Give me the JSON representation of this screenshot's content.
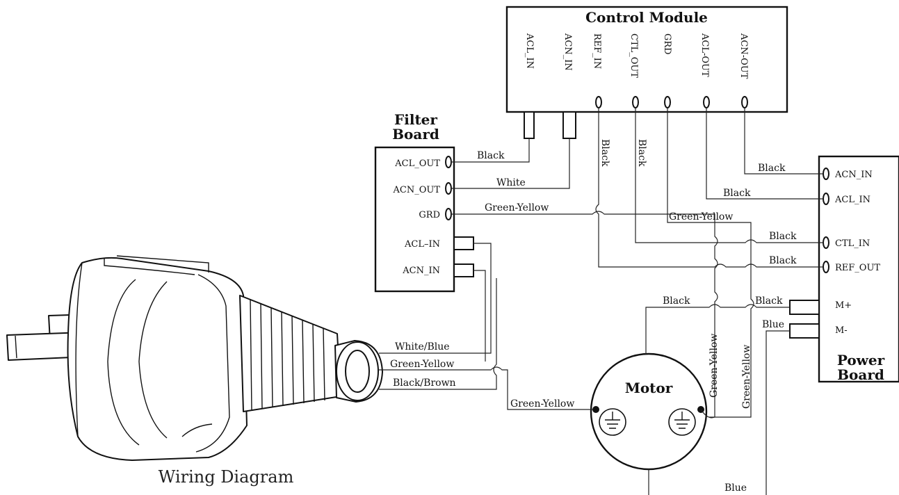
{
  "caption": "Wiring Diagram",
  "control_module": {
    "title": "Control Module",
    "pins": [
      "ACL_IN",
      "ACN_IN",
      "REF_IN",
      "CTL_OUT",
      "GRD",
      "ACL-OUT",
      "ACN-OUT"
    ]
  },
  "filter_board": {
    "title_line1": "Filter",
    "title_line2": "Board",
    "pins": [
      "ACL_OUT",
      "ACN_OUT",
      "GRD",
      "ACL–IN",
      "ACN_IN"
    ]
  },
  "power_board": {
    "title_line1": "Power",
    "title_line2": "Board",
    "pins": [
      "ACN_IN",
      "ACL_IN",
      "CTL_IN",
      "REF_OUT",
      "M+",
      "M-"
    ]
  },
  "motor": {
    "title": "Motor"
  },
  "wire_labels": {
    "filter_acl_black": "Black",
    "filter_acn_white": "White",
    "filter_grd": "Green-Yellow",
    "ref_black": "Black",
    "ctl_black": "Black",
    "acn_black": "Black",
    "acl_black": "Black",
    "grd_green_yellow": "Green-Yellow",
    "ctl_in_black": "Black",
    "ref_out_black": "Black",
    "motor_black": "Black",
    "mplus_black": "Black",
    "mminus_blue": "Blue",
    "plug_white_blue": "White/Blue",
    "plug_green_yellow": "Green-Yellow",
    "plug_black_brown": "Black/Brown",
    "motor_green_yellow": "Green-Yellow",
    "vertical_green_yellow_1": "Green-Yellow",
    "vertical_green_yellow_2": "Green-Yellow",
    "bottom_blue": "Blue"
  }
}
